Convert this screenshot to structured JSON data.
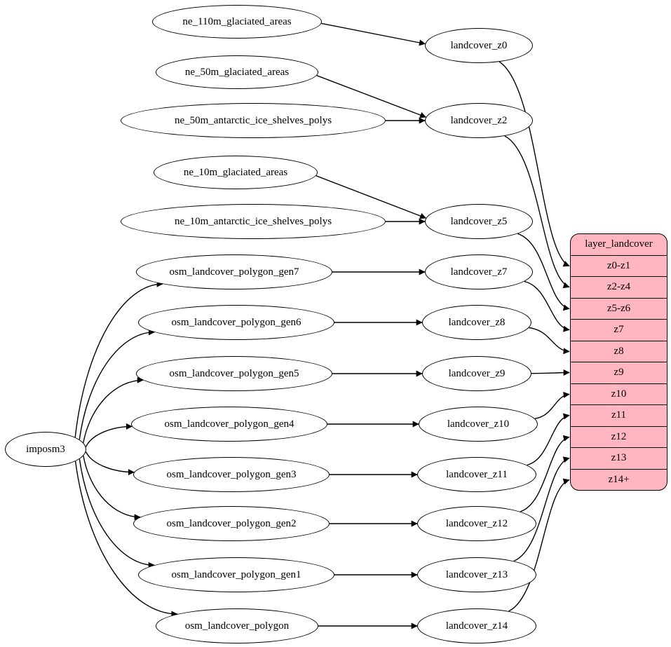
{
  "diagram": {
    "background": "#ffffff",
    "node_fill": "#ffffff",
    "node_stroke": "#000000",
    "edge_color": "#000000",
    "record_fill": "#ffb6c1"
  },
  "nodes": {
    "imposm3": "imposm3",
    "ne_110m_glaciated_areas": "ne_110m_glaciated_areas",
    "ne_50m_glaciated_areas": "ne_50m_glaciated_areas",
    "ne_50m_antarctic_ice_shelves_polys": "ne_50m_antarctic_ice_shelves_polys",
    "ne_10m_glaciated_areas": "ne_10m_glaciated_areas",
    "ne_10m_antarctic_ice_shelves_polys": "ne_10m_antarctic_ice_shelves_polys",
    "osm_landcover_polygon_gen7": "osm_landcover_polygon_gen7",
    "osm_landcover_polygon_gen6": "osm_landcover_polygon_gen6",
    "osm_landcover_polygon_gen5": "osm_landcover_polygon_gen5",
    "osm_landcover_polygon_gen4": "osm_landcover_polygon_gen4",
    "osm_landcover_polygon_gen3": "osm_landcover_polygon_gen3",
    "osm_landcover_polygon_gen2": "osm_landcover_polygon_gen2",
    "osm_landcover_polygon_gen1": "osm_landcover_polygon_gen1",
    "osm_landcover_polygon": "osm_landcover_polygon",
    "landcover_z0": "landcover_z0",
    "landcover_z2": "landcover_z2",
    "landcover_z5": "landcover_z5",
    "landcover_z7": "landcover_z7",
    "landcover_z8": "landcover_z8",
    "landcover_z9": "landcover_z9",
    "landcover_z10": "landcover_z10",
    "landcover_z11": "landcover_z11",
    "landcover_z12": "landcover_z12",
    "landcover_z13": "landcover_z13",
    "landcover_z14": "landcover_z14"
  },
  "record": {
    "header": "layer_landcover",
    "rows": [
      "z0-z1",
      "z2-z4",
      "z5-z6",
      "z7",
      "z8",
      "z9",
      "z10",
      "z11",
      "z12",
      "z13",
      "z14+"
    ]
  },
  "edges": [
    {
      "from": "imposm3",
      "to": "osm_landcover_polygon_gen7"
    },
    {
      "from": "imposm3",
      "to": "osm_landcover_polygon_gen6"
    },
    {
      "from": "imposm3",
      "to": "osm_landcover_polygon_gen5"
    },
    {
      "from": "imposm3",
      "to": "osm_landcover_polygon_gen4"
    },
    {
      "from": "imposm3",
      "to": "osm_landcover_polygon_gen3"
    },
    {
      "from": "imposm3",
      "to": "osm_landcover_polygon_gen2"
    },
    {
      "from": "imposm3",
      "to": "osm_landcover_polygon_gen1"
    },
    {
      "from": "imposm3",
      "to": "osm_landcover_polygon"
    },
    {
      "from": "ne_110m_glaciated_areas",
      "to": "landcover_z0"
    },
    {
      "from": "ne_50m_glaciated_areas",
      "to": "landcover_z2"
    },
    {
      "from": "ne_50m_antarctic_ice_shelves_polys",
      "to": "landcover_z2"
    },
    {
      "from": "ne_10m_glaciated_areas",
      "to": "landcover_z5"
    },
    {
      "from": "ne_10m_antarctic_ice_shelves_polys",
      "to": "landcover_z5"
    },
    {
      "from": "osm_landcover_polygon_gen7",
      "to": "landcover_z7"
    },
    {
      "from": "osm_landcover_polygon_gen6",
      "to": "landcover_z8"
    },
    {
      "from": "osm_landcover_polygon_gen5",
      "to": "landcover_z9"
    },
    {
      "from": "osm_landcover_polygon_gen4",
      "to": "landcover_z10"
    },
    {
      "from": "osm_landcover_polygon_gen3",
      "to": "landcover_z11"
    },
    {
      "from": "osm_landcover_polygon_gen2",
      "to": "landcover_z12"
    },
    {
      "from": "osm_landcover_polygon_gen1",
      "to": "landcover_z13"
    },
    {
      "from": "osm_landcover_polygon",
      "to": "landcover_z14"
    },
    {
      "from": "landcover_z0",
      "to": "layer_landcover",
      "row": "z0-z1"
    },
    {
      "from": "landcover_z2",
      "to": "layer_landcover",
      "row": "z2-z4"
    },
    {
      "from": "landcover_z5",
      "to": "layer_landcover",
      "row": "z5-z6"
    },
    {
      "from": "landcover_z7",
      "to": "layer_landcover",
      "row": "z7"
    },
    {
      "from": "landcover_z8",
      "to": "layer_landcover",
      "row": "z8"
    },
    {
      "from": "landcover_z9",
      "to": "layer_landcover",
      "row": "z9"
    },
    {
      "from": "landcover_z10",
      "to": "layer_landcover",
      "row": "z10"
    },
    {
      "from": "landcover_z11",
      "to": "layer_landcover",
      "row": "z11"
    },
    {
      "from": "landcover_z12",
      "to": "layer_landcover",
      "row": "z12"
    },
    {
      "from": "landcover_z13",
      "to": "layer_landcover",
      "row": "z13"
    },
    {
      "from": "landcover_z14",
      "to": "layer_landcover",
      "row": "z14+"
    }
  ]
}
